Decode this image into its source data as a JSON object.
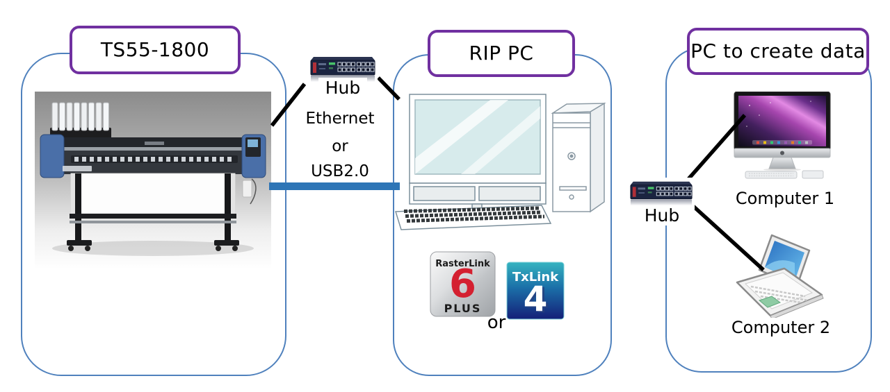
{
  "colors": {
    "container_border": "#4f81bd",
    "label_border": "#7030a0",
    "connector_blue": "#2e75b6",
    "cable_black": "#000000"
  },
  "sections": {
    "printer": {
      "title": "TS55-1800"
    },
    "rip": {
      "title": "RIP PC"
    },
    "create": {
      "title": "PC to create data"
    }
  },
  "hub_left": {
    "label": "Hub"
  },
  "hub_right": {
    "label": "Hub"
  },
  "link": {
    "line1": "Ethernet",
    "line2": "or",
    "line3": "USB2.0"
  },
  "computers": {
    "computer1": "Computer 1",
    "computer2": "Computer 2"
  },
  "software": {
    "rasterlink_brand": "RasterLink",
    "rasterlink_number": "6",
    "rasterlink_suffix": "PLUS",
    "txlink_brand": "TxLink",
    "txlink_number": "4",
    "or": "or"
  },
  "icons": {
    "hub": "network-switch-icon",
    "printer": "ts55-1800-printer-photo",
    "rip_pc": "desktop-computer-illustration",
    "computer1": "imac-illustration",
    "computer2": "laptop-illustration"
  }
}
